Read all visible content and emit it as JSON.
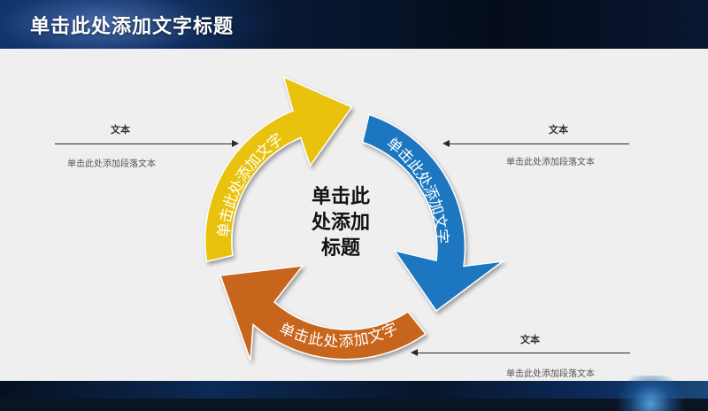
{
  "header": {
    "title": "单击此处添加文字标题"
  },
  "center": {
    "title_lines": [
      "单击此",
      "处添加",
      "标题"
    ]
  },
  "arrows": [
    {
      "label": "单击此处添加文字",
      "color": "#e8c20e"
    },
    {
      "label": "单击此处添加文字",
      "color": "#1a76c0"
    },
    {
      "label": "单击此处添加文字",
      "color": "#c8651c"
    }
  ],
  "callouts": {
    "left_top": {
      "label": "文本",
      "text": "单击此处添加段落文本"
    },
    "right_top": {
      "label": "文本",
      "text": "单击此处添加段落文本"
    },
    "right_bottom": {
      "label": "文本",
      "text": "单击此处添加段落文本"
    }
  }
}
